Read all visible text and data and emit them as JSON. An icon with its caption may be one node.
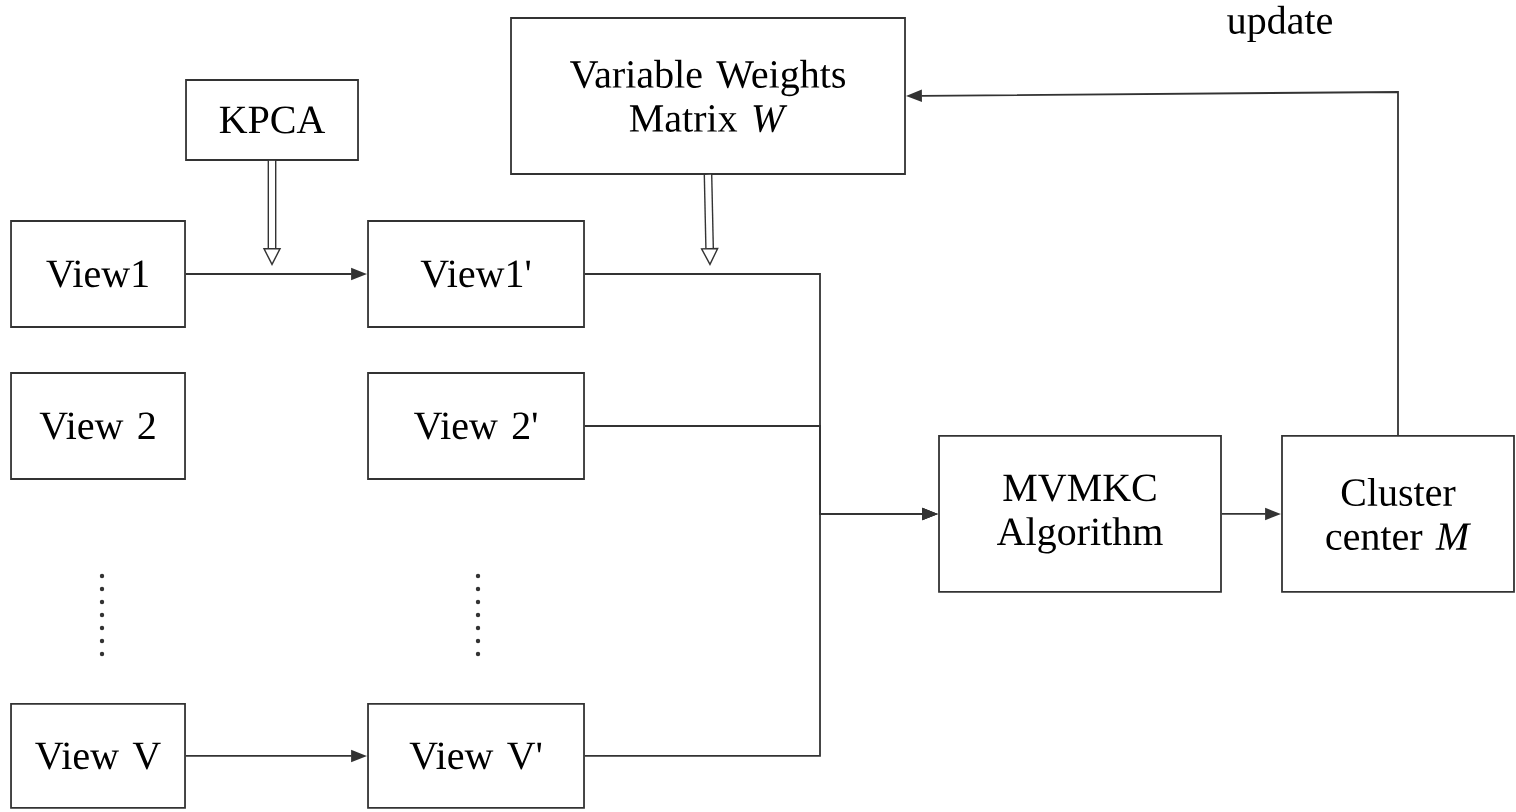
{
  "diagram": {
    "nodes": [
      {
        "text": [
          "KPCA"
        ]
      },
      {
        "text": [
          "Variable Weights Matrix *W*"
        ]
      },
      {
        "text": [
          "View1"
        ]
      },
      {
        "text": [
          "View1'"
        ]
      },
      {
        "text": [
          "View 2"
        ]
      },
      {
        "text": [
          "View 2'"
        ]
      },
      {
        "text": [
          "View V"
        ]
      },
      {
        "text": [
          "View V'"
        ]
      },
      {
        "text": [
          "MVMKC Algorithm"
        ]
      },
      {
        "text": [
          "Cluster center *M*"
        ]
      }
    ],
    "edges": [
      {
        "from": 0,
        "to": null,
        "arrow": "to",
        "style": "thick"
      },
      {
        "from": 1,
        "to": null,
        "arrow": "to",
        "style": "thick"
      },
      {
        "from": 2,
        "to": 3,
        "arrow": "to"
      },
      {
        "from": 6,
        "to": 7,
        "arrow": "to"
      },
      {
        "from": 3,
        "to": 8,
        "arrow": "to"
      },
      {
        "from": 5,
        "to": 8,
        "arrow": "to"
      },
      {
        "from": 7,
        "to": 8,
        "arrow": "to"
      },
      {
        "from": 8,
        "to": 9,
        "arrow": "to"
      },
      {
        "from": 9,
        "to": 1,
        "arrow": "to",
        "label": "update"
      }
    ]
  }
}
